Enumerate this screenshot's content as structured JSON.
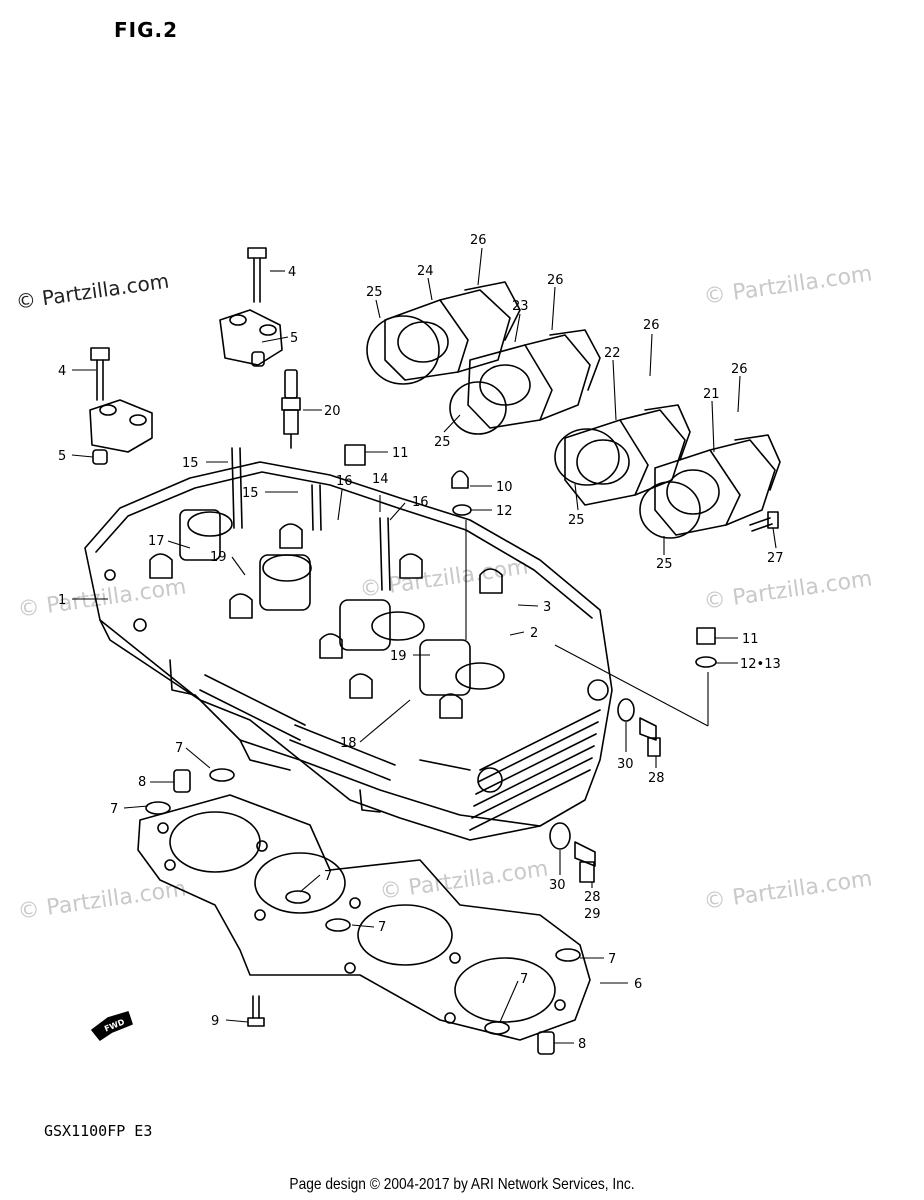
{
  "figure_title": "FIG.2",
  "model_code": "GSX1100FP E3",
  "footer": "Page design © 2004-2017 by ARI Network Services, Inc.",
  "watermark_text": "© Partzilla.com",
  "fwd_label": "FWD",
  "callouts": {
    "c1": "1",
    "c2": "2",
    "c3": "3",
    "c4a": "4",
    "c4b": "4",
    "c5a": "5",
    "c5b": "5",
    "c6": "6",
    "c7a": "7",
    "c7b": "7",
    "c7c": "7",
    "c7d": "7",
    "c7e": "7",
    "c7f": "7",
    "c8a": "8",
    "c8b": "8",
    "c9": "9",
    "c10": "10",
    "c11a": "11",
    "c11b": "11",
    "c12": "12",
    "c12_13": "12•13",
    "c14": "14",
    "c15a": "15",
    "c15b": "15",
    "c16a": "16",
    "c16b": "16",
    "c17": "17",
    "c18": "18",
    "c19a": "19",
    "c19b": "19",
    "c20": "20",
    "c21": "21",
    "c22": "22",
    "c23": "23",
    "c24": "24",
    "c25a": "25",
    "c25b": "25",
    "c25c": "25",
    "c25d": "25",
    "c26a": "26",
    "c26b": "26",
    "c26c": "26",
    "c26d": "26",
    "c27": "27",
    "c28a": "28",
    "c28b": "28",
    "c29": "29",
    "c30a": "30",
    "c30b": "30"
  }
}
